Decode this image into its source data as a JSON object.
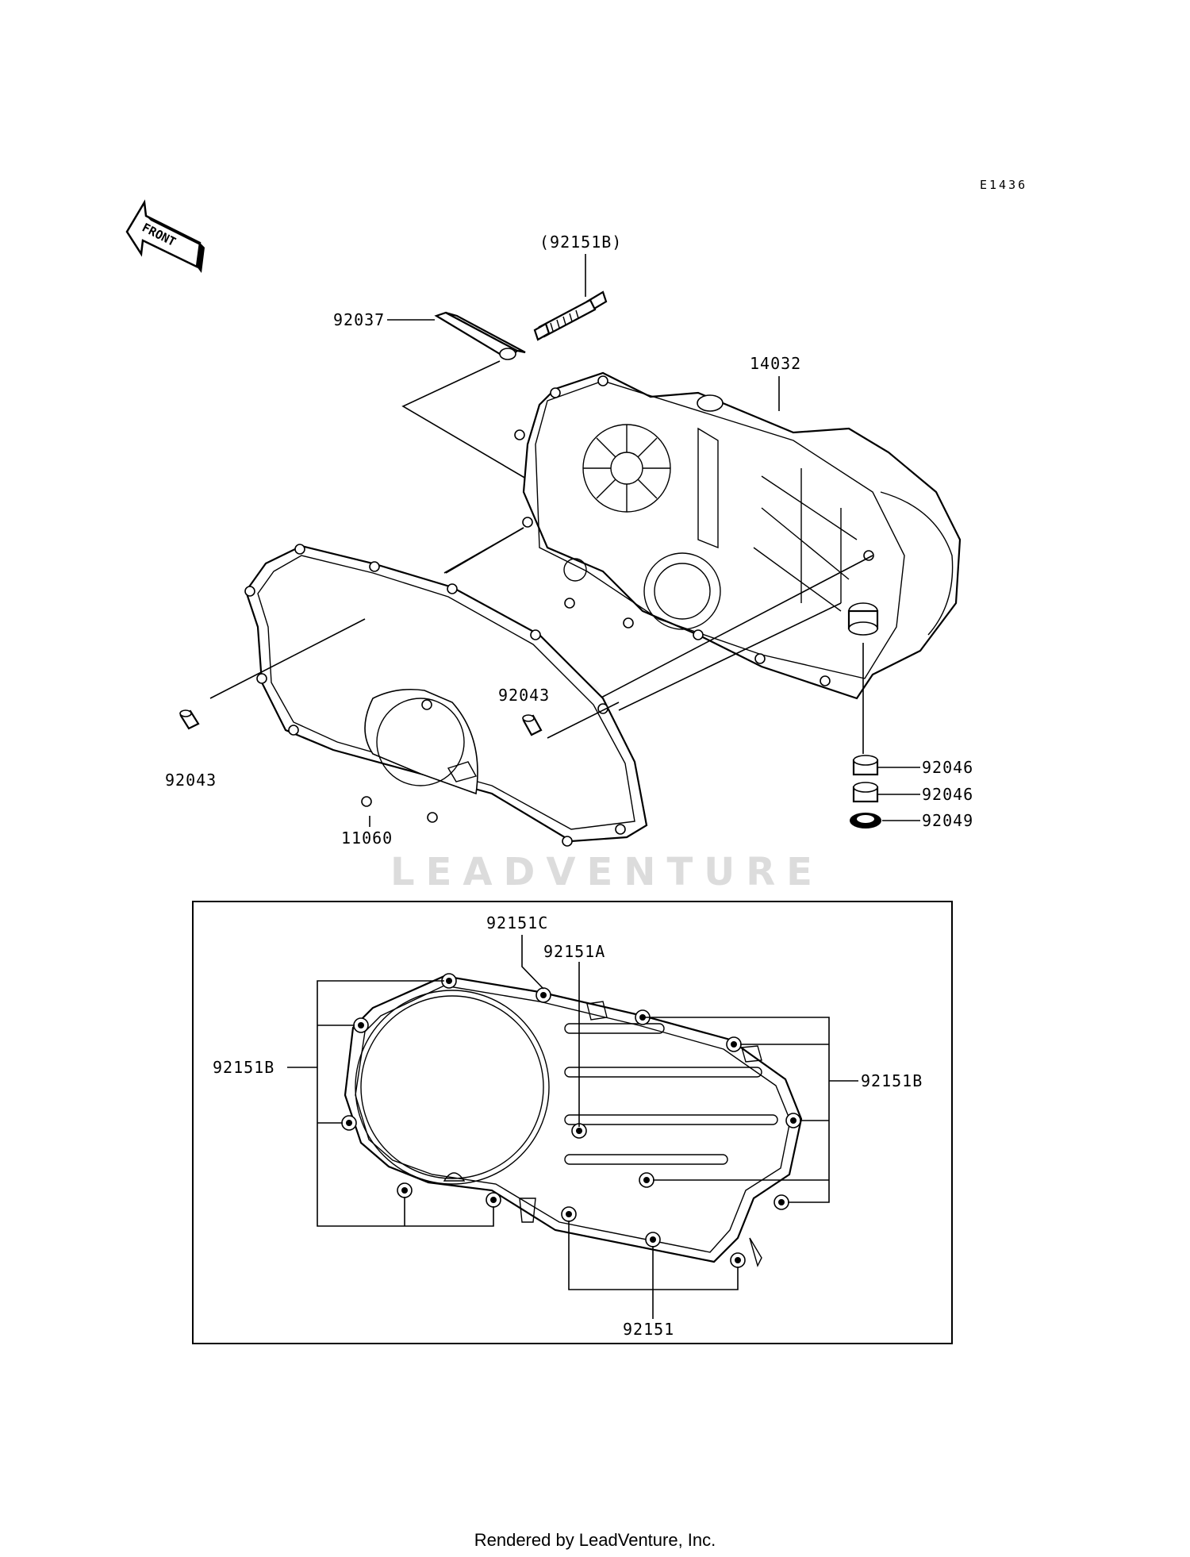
{
  "diagram": {
    "code": "E1436",
    "front_label": "FRONT",
    "watermark": "LEADVENTURE",
    "footer": "Rendered by LeadVenture, Inc.",
    "parts": {
      "bolt_ref": "(92151B)",
      "collar": "92037",
      "cover": "14032",
      "gasket": "11060",
      "dowel_left": "92043",
      "dowel_center": "92043",
      "bushing_1": "92046",
      "bushing_2": "92046",
      "bearing": "92049"
    },
    "bolt_layout": {
      "bolt_c": "92151C",
      "bolt_a": "92151A",
      "bolt_b_left": "92151B",
      "bolt_b_right": "92151B",
      "bolt_plain": "92151"
    }
  }
}
